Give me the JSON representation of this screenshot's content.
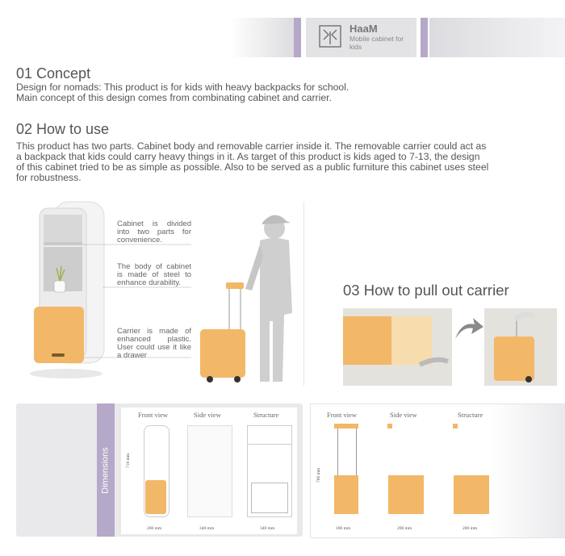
{
  "header": {
    "brand": "HaaM",
    "subtitle": "Mobile cabinet for kids"
  },
  "concept": {
    "title": "01 Concept",
    "lines": [
      "Design for nomads: This product is for kids with heavy backpacks for school.",
      "Main concept of this design comes from combinating cabinet and carrier."
    ]
  },
  "how_to_use": {
    "title": "02 How to use",
    "lines": [
      "This product has two parts. Cabinet body and removable carrier inside it. The removable carrier could act as",
      "a backpack that kids could carry heavy things in it. As target of this product is kids aged to 7-13, the design",
      "of this cabinet tried to be as simple as possible. Also to be served as a public furniture this cabinet uses steel",
      "for robustness."
    ]
  },
  "callouts": {
    "c1": "Cabinet is divided into two parts for convenience.",
    "c2": "The body of cabinet is made of steel to enhance durability.",
    "c3": "Carrier is made of enhanced plastic. User could use it like a drawer"
  },
  "pull_out": {
    "title": "03 How to pull out carrier"
  },
  "dimensions": {
    "label": "Dimensions",
    "cabinet_views": [
      "Front view",
      "Side view",
      "Structure"
    ],
    "cabinet_height": "710 mm",
    "cabinet_widths": [
      "200 mm",
      "340 mm",
      "340 mm"
    ],
    "carrier_views": [
      "Front view",
      "Side view",
      "Structure"
    ],
    "carrier_height": "780 mm",
    "carrier_widths": [
      "180 mm",
      "200 mm",
      "200 mm"
    ]
  },
  "colors": {
    "accent": "#b5a8c9",
    "orange": "#f2b767"
  }
}
